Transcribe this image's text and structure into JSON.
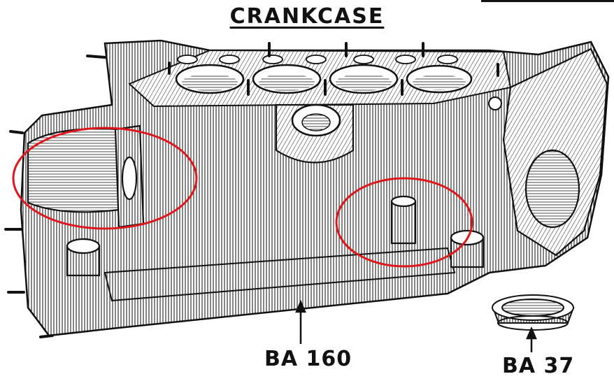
{
  "title": "CRANKCASE",
  "parts": [
    {
      "id": "BA160",
      "label": "BA 160"
    },
    {
      "id": "BA37",
      "label": "BA 37"
    }
  ],
  "colors": {
    "ink": "#111111",
    "paper": "#ffffff",
    "highlight": "#e0161b"
  }
}
